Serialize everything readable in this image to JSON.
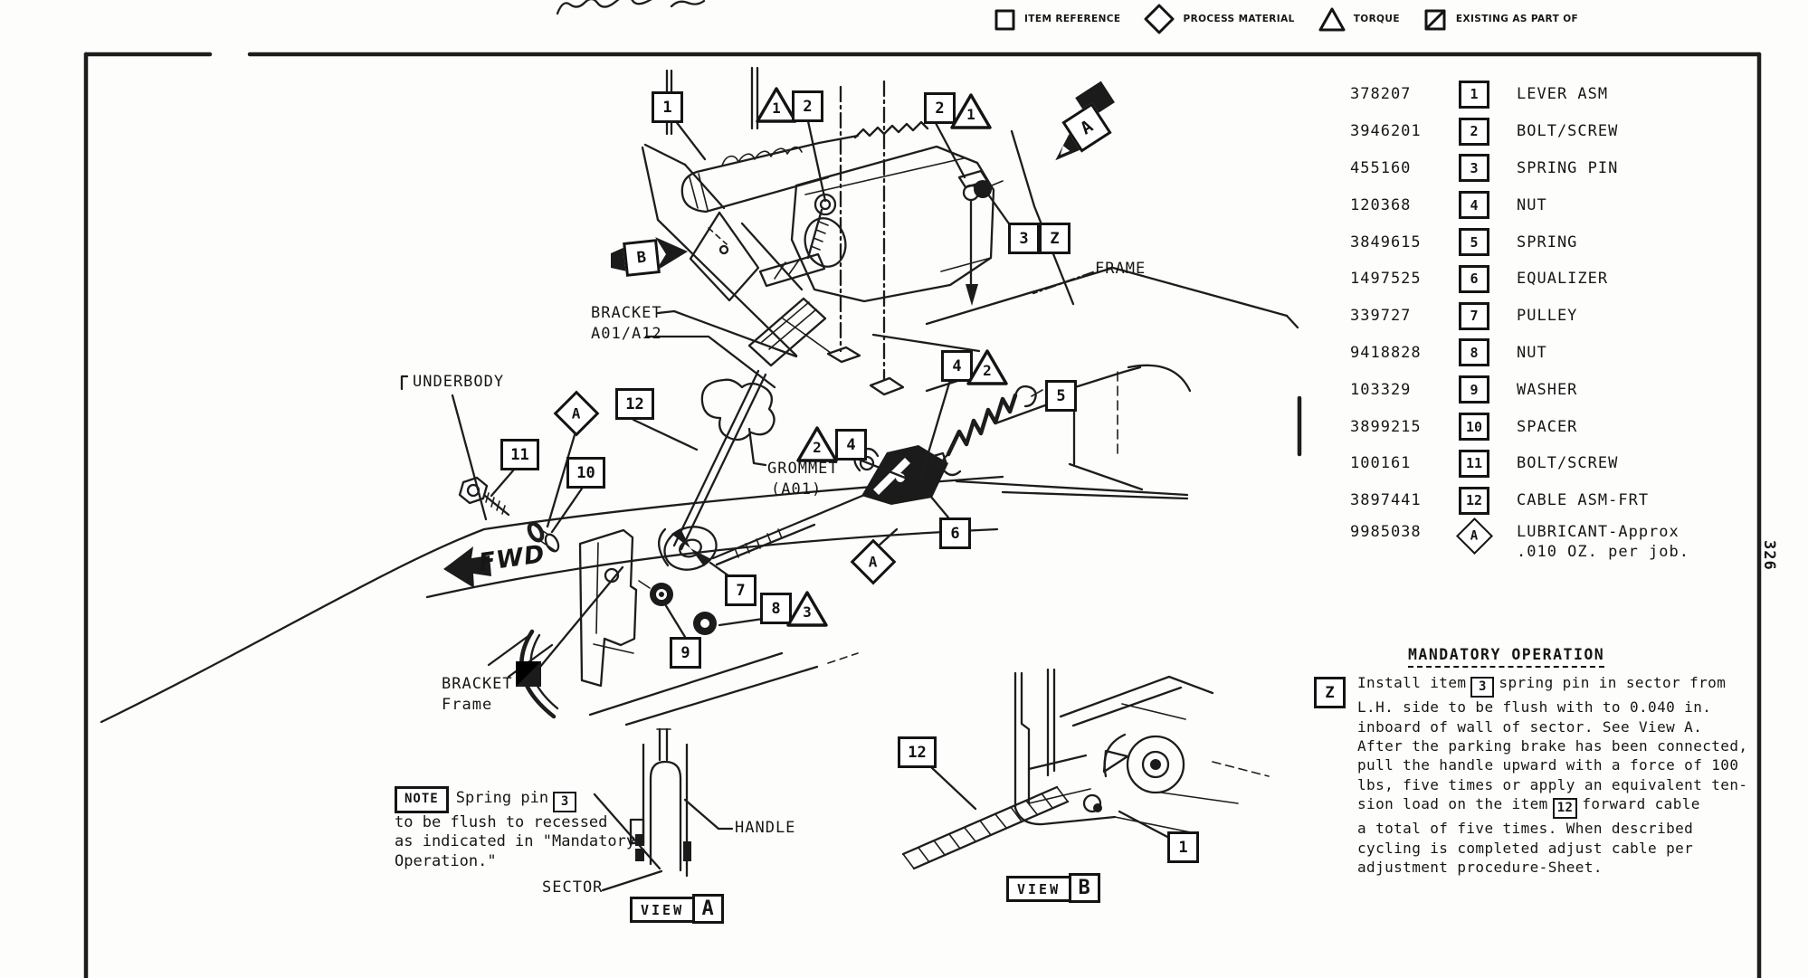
{
  "page": {
    "number": "326"
  },
  "legend": {
    "items": [
      {
        "icon": "item-reference-square-icon",
        "label": "ITEM REFERENCE"
      },
      {
        "icon": "process-material-diamond-icon",
        "label": "PROCESS MATERIAL"
      },
      {
        "icon": "torque-triangle-icon",
        "label": "TORQUE"
      },
      {
        "icon": "existing-as-part-of-icon",
        "label": "EXISTING AS PART OF"
      }
    ]
  },
  "parts_list": {
    "rows": [
      {
        "number": "378207",
        "item": "1",
        "name": "LEVER ASM"
      },
      {
        "number": "3946201",
        "item": "2",
        "name": "BOLT/SCREW"
      },
      {
        "number": "455160",
        "item": "3",
        "name": "SPRING PIN"
      },
      {
        "number": "120368",
        "item": "4",
        "name": "NUT"
      },
      {
        "number": "3849615",
        "item": "5",
        "name": "SPRING"
      },
      {
        "number": "1497525",
        "item": "6",
        "name": "EQUALIZER"
      },
      {
        "number": "339727",
        "item": "7",
        "name": "PULLEY"
      },
      {
        "number": "9418828",
        "item": "8",
        "name": "NUT"
      },
      {
        "number": "103329",
        "item": "9",
        "name": "WASHER"
      },
      {
        "number": "3899215",
        "item": "10",
        "name": "SPACER"
      },
      {
        "number": "100161",
        "item": "11",
        "name": "BOLT/SCREW"
      },
      {
        "number": "3897441",
        "item": "12",
        "name": "CABLE ASM-FRT"
      },
      {
        "number": "9985038",
        "item": "A",
        "name": "LUBRICANT-Approx",
        "name2": ".010 OZ. per job."
      }
    ]
  },
  "mandatory": {
    "title": "MANDATORY OPERATION",
    "z_label": "Z",
    "line1a": "Install item",
    "line1_box": "3",
    "line1b": "spring pin in sector from",
    "line2": "L.H. side to be flush with to 0.040 in.",
    "line3": "inboard of wall of sector.  See View A.",
    "line4": "After the parking brake has been connected,",
    "line5": "pull the handle upward with a force of 100",
    "line6": "lbs, five times or apply an equivalent ten-",
    "line7a": "sion load on the item",
    "line7_box": "12",
    "line7b": "forward cable",
    "line8": "a total of five times.  When described",
    "line9": "cycling is completed adjust cable per",
    "line10": "adjustment procedure-Sheet."
  },
  "note": {
    "tag": "NOTE",
    "line1a": "Spring pin",
    "line1_box": "3",
    "line2": "to be flush to recessed",
    "line3": "as indicated in \"Mandatory",
    "line4": "Operation.\""
  },
  "labels": {
    "frame": "FRAME",
    "underbody": "UNDERBODY",
    "bracket1": "BRACKET",
    "bracket2": "A01/A12",
    "grommet1": "GROMMET",
    "grommet2": "(A01)",
    "bracket_frame1": "BRACKET",
    "bracket_frame2": "Frame",
    "sector": "SECTOR",
    "handle": "HANDLE"
  },
  "views": {
    "view_word": "VIEW",
    "a": "A",
    "b": "B"
  },
  "arrows": {
    "a": "A",
    "b": "B",
    "fwd": "FWD"
  },
  "callouts": {
    "c0": "1",
    "c1": "1",
    "c2": "2",
    "c3": "2",
    "c4": "1",
    "c5": "3",
    "c6": "Z",
    "c7": "12",
    "c8": "A",
    "c9": "11",
    "c10": "10",
    "c11": "2",
    "c12": "4",
    "c13": "4",
    "c14": "2",
    "c15": "5",
    "c16": "6",
    "c17": "A",
    "c18": "7",
    "c19": "8",
    "c20": "3",
    "c21": "9",
    "c22": "12",
    "c23": "1"
  }
}
